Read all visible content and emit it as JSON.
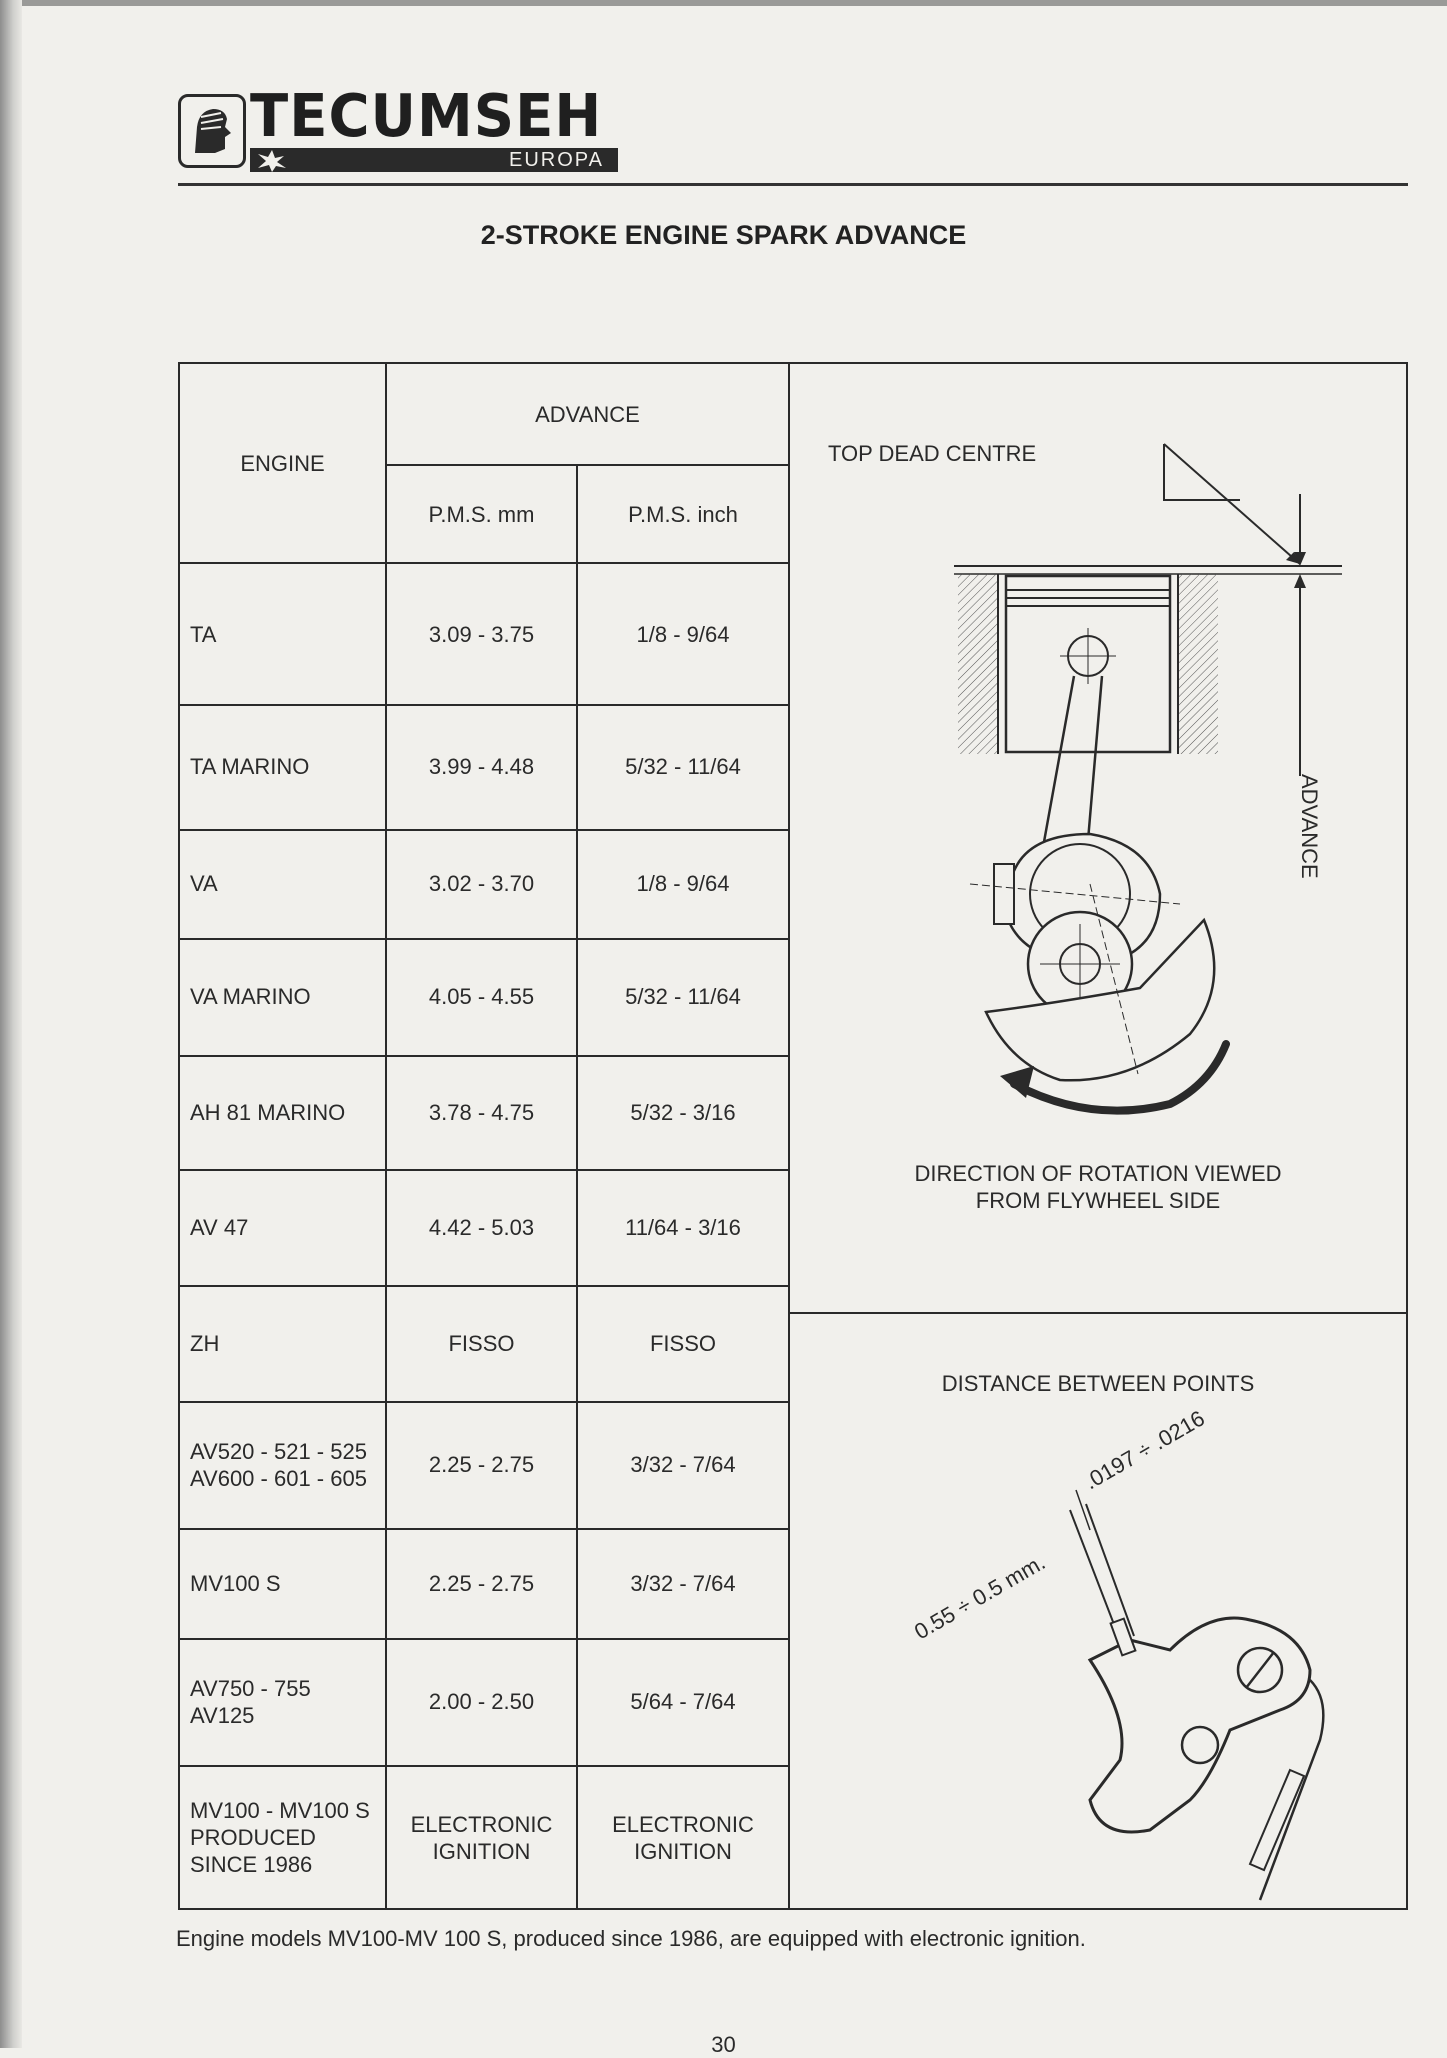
{
  "header": {
    "brand": "TECUMSEH",
    "brand_sub": "EUROPA",
    "title": "2-STROKE ENGINE SPARK ADVANCE"
  },
  "table": {
    "col_engine": "ENGINE",
    "col_advance": "ADVANCE",
    "col_mm": "P.M.S. mm",
    "col_inch": "P.M.S. inch",
    "rows": [
      {
        "engine": "TA",
        "mm": "3.09 - 3.75",
        "inch": "1/8 - 9/64"
      },
      {
        "engine": "TA MARINO",
        "mm": "3.99 - 4.48",
        "inch": "5/32 - 11/64"
      },
      {
        "engine": "VA",
        "mm": "3.02 - 3.70",
        "inch": "1/8 - 9/64"
      },
      {
        "engine": "VA MARINO",
        "mm": "4.05 - 4.55",
        "inch": "5/32 - 11/64"
      },
      {
        "engine": "AH 81 MARINO",
        "mm": "3.78 - 4.75",
        "inch": "5/32 - 3/16"
      },
      {
        "engine": "AV 47",
        "mm": "4.42 - 5.03",
        "inch": "11/64 - 3/16"
      },
      {
        "engine": "ZH",
        "mm": "FISSO",
        "inch": "FISSO"
      },
      {
        "engine": "AV520 - 521 - 525\nAV600 - 601 - 605",
        "mm": "2.25 - 2.75",
        "inch": "3/32 - 7/64"
      },
      {
        "engine": "MV100 S",
        "mm": "2.25 - 2.75",
        "inch": "3/32 - 7/64"
      },
      {
        "engine": "AV750 - 755\nAV125",
        "mm": "2.00 - 2.50",
        "inch": "5/64 - 7/64"
      },
      {
        "engine": "MV100 - MV100 S\nPRODUCED\nSINCE 1986",
        "mm": "ELECTRONIC\nIGNITION",
        "inch": "ELECTRONIC\nIGNITION"
      }
    ]
  },
  "figure_top": {
    "tdc_label": "TOP DEAD CENTRE",
    "advance_label": "ADVANCE",
    "rotation_caption": "DIRECTION OF ROTATION VIEWED\nFROM FLYWHEEL SIDE"
  },
  "figure_bottom": {
    "caption": "DISTANCE BETWEEN POINTS",
    "metric_gap": "0.55 ÷ 0.5 mm.",
    "inch_gap": ".0197 ÷ .0216"
  },
  "footnote": "Engine models MV100-MV 100 S, produced since 1986, are equipped with electronic ignition.",
  "page_number": "30"
}
